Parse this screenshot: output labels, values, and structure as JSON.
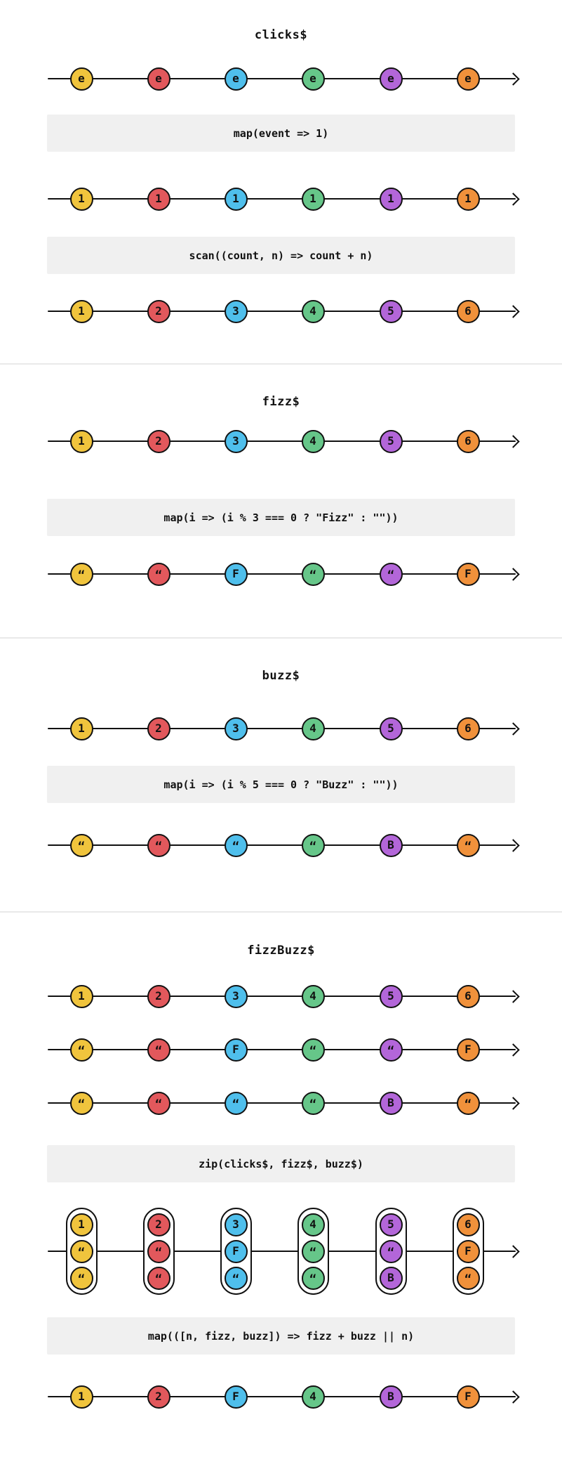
{
  "palette": {
    "yellow": "#F0C43D",
    "red": "#E2585C",
    "blue": "#4FBFEC",
    "green": "#66C689",
    "purple": "#B366D9",
    "orange": "#F0913B",
    "stroke": "#111111",
    "operator_box_bg": "#F0F0F0",
    "divider": "#E9E9E9",
    "background": "#FFFFFF"
  },
  "blocks": [
    {
      "id": "clicks-title",
      "type": "title",
      "text": "clicks$"
    },
    {
      "id": "clicks-source",
      "type": "timeline",
      "marbles": [
        {
          "label": "e",
          "color": "yellow"
        },
        {
          "label": "e",
          "color": "red"
        },
        {
          "label": "e",
          "color": "blue"
        },
        {
          "label": "e",
          "color": "green"
        },
        {
          "label": "e",
          "color": "purple"
        },
        {
          "label": "e",
          "color": "orange"
        }
      ]
    },
    {
      "id": "map-event-box",
      "type": "operator",
      "text": "map(event => 1)"
    },
    {
      "id": "clicks-mapped",
      "type": "timeline",
      "marbles": [
        {
          "label": "1",
          "color": "yellow"
        },
        {
          "label": "1",
          "color": "red"
        },
        {
          "label": "1",
          "color": "blue"
        },
        {
          "label": "1",
          "color": "green"
        },
        {
          "label": "1",
          "color": "purple"
        },
        {
          "label": "1",
          "color": "orange"
        }
      ]
    },
    {
      "id": "scan-box",
      "type": "operator",
      "text": "scan((count, n) => count + n)"
    },
    {
      "id": "clicks-counts",
      "type": "timeline",
      "marbles": [
        {
          "label": "1",
          "color": "yellow"
        },
        {
          "label": "2",
          "color": "red"
        },
        {
          "label": "3",
          "color": "blue"
        },
        {
          "label": "4",
          "color": "green"
        },
        {
          "label": "5",
          "color": "purple"
        },
        {
          "label": "6",
          "color": "orange"
        }
      ]
    },
    {
      "id": "divider-1",
      "type": "divider"
    },
    {
      "id": "fizz-title",
      "type": "title",
      "text": "fizz$"
    },
    {
      "id": "fizz-source",
      "type": "timeline",
      "marbles": [
        {
          "label": "1",
          "color": "yellow"
        },
        {
          "label": "2",
          "color": "red"
        },
        {
          "label": "3",
          "color": "blue"
        },
        {
          "label": "4",
          "color": "green"
        },
        {
          "label": "5",
          "color": "purple"
        },
        {
          "label": "6",
          "color": "orange"
        }
      ]
    },
    {
      "id": "fizz-map-box",
      "type": "operator",
      "text": "map(i => (i % 3 === 0 ? \"Fizz\" : \"\"))"
    },
    {
      "id": "fizz-output",
      "type": "timeline",
      "marbles": [
        {
          "label": "“",
          "color": "yellow"
        },
        {
          "label": "“",
          "color": "red"
        },
        {
          "label": "F",
          "color": "blue"
        },
        {
          "label": "“",
          "color": "green"
        },
        {
          "label": "“",
          "color": "purple"
        },
        {
          "label": "F",
          "color": "orange"
        }
      ]
    },
    {
      "id": "divider-2",
      "type": "divider"
    },
    {
      "id": "buzz-title",
      "type": "title",
      "text": "buzz$"
    },
    {
      "id": "buzz-source",
      "type": "timeline",
      "marbles": [
        {
          "label": "1",
          "color": "yellow"
        },
        {
          "label": "2",
          "color": "red"
        },
        {
          "label": "3",
          "color": "blue"
        },
        {
          "label": "4",
          "color": "green"
        },
        {
          "label": "5",
          "color": "purple"
        },
        {
          "label": "6",
          "color": "orange"
        }
      ]
    },
    {
      "id": "buzz-map-box",
      "type": "operator",
      "text": "map(i => (i % 5 === 0 ? \"Buzz\" : \"\"))"
    },
    {
      "id": "buzz-output",
      "type": "timeline",
      "marbles": [
        {
          "label": "“",
          "color": "yellow"
        },
        {
          "label": "“",
          "color": "red"
        },
        {
          "label": "“",
          "color": "blue"
        },
        {
          "label": "“",
          "color": "green"
        },
        {
          "label": "B",
          "color": "purple"
        },
        {
          "label": "“",
          "color": "orange"
        }
      ]
    },
    {
      "id": "divider-3",
      "type": "divider"
    },
    {
      "id": "fizzbuzz-title",
      "type": "title",
      "text": "fizzBuzz$"
    },
    {
      "id": "fizzbuzz-clicks",
      "type": "timeline",
      "marbles": [
        {
          "label": "1",
          "color": "yellow"
        },
        {
          "label": "2",
          "color": "red"
        },
        {
          "label": "3",
          "color": "blue"
        },
        {
          "label": "4",
          "color": "green"
        },
        {
          "label": "5",
          "color": "purple"
        },
        {
          "label": "6",
          "color": "orange"
        }
      ]
    },
    {
      "id": "fizzbuzz-fizz",
      "type": "timeline",
      "marbles": [
        {
          "label": "“",
          "color": "yellow"
        },
        {
          "label": "“",
          "color": "red"
        },
        {
          "label": "F",
          "color": "blue"
        },
        {
          "label": "“",
          "color": "green"
        },
        {
          "label": "“",
          "color": "purple"
        },
        {
          "label": "F",
          "color": "orange"
        }
      ]
    },
    {
      "id": "fizzbuzz-buzz",
      "type": "timeline",
      "marbles": [
        {
          "label": "“",
          "color": "yellow"
        },
        {
          "label": "“",
          "color": "red"
        },
        {
          "label": "“",
          "color": "blue"
        },
        {
          "label": "“",
          "color": "green"
        },
        {
          "label": "B",
          "color": "purple"
        },
        {
          "label": "“",
          "color": "orange"
        }
      ]
    },
    {
      "id": "zip-box",
      "type": "operator",
      "text": "zip(clicks$, fizz$, buzz$)"
    },
    {
      "id": "zip-row",
      "type": "zip",
      "groups": [
        {
          "color": "yellow",
          "labels": [
            "1",
            "“",
            "“"
          ]
        },
        {
          "color": "red",
          "labels": [
            "2",
            "“",
            "“"
          ]
        },
        {
          "color": "blue",
          "labels": [
            "3",
            "F",
            "“"
          ]
        },
        {
          "color": "green",
          "labels": [
            "4",
            "“",
            "“"
          ]
        },
        {
          "color": "purple",
          "labels": [
            "5",
            "“",
            "B"
          ]
        },
        {
          "color": "orange",
          "labels": [
            "6",
            "F",
            "“"
          ]
        }
      ]
    },
    {
      "id": "final-map-box",
      "type": "operator",
      "text": "map(([n, fizz, buzz]) => fizz + buzz || n)"
    },
    {
      "id": "final-output",
      "type": "timeline",
      "marbles": [
        {
          "label": "1",
          "color": "yellow"
        },
        {
          "label": "2",
          "color": "red"
        },
        {
          "label": "F",
          "color": "blue"
        },
        {
          "label": "4",
          "color": "green"
        },
        {
          "label": "B",
          "color": "purple"
        },
        {
          "label": "F",
          "color": "orange"
        }
      ]
    }
  ]
}
